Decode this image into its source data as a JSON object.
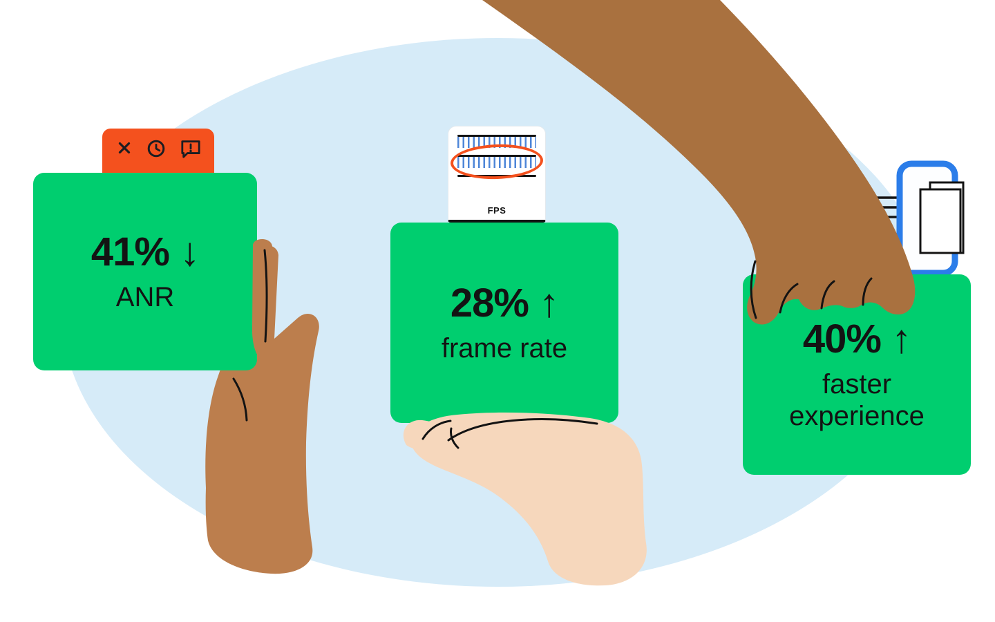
{
  "colors": {
    "background": "#FFFFFF",
    "ellipse": "#D6EBF8",
    "card_green": "#00CE6F",
    "accent_orange": "#F4511E",
    "accent_blue": "#2B7DE9",
    "ink": "#131313",
    "tick_blue": "#4E86D8",
    "skin_left_hand": "#BC7E4D",
    "skin_middle_hand": "#F6D7BC",
    "skin_right_arm": "#A9713F"
  },
  "cards": [
    {
      "stat": "41% ↓",
      "label": "ANR"
    },
    {
      "stat": "28% ↑",
      "label": "frame rate"
    },
    {
      "stat": "40% ↑",
      "label": "faster experience"
    }
  ],
  "fps_chart": {
    "label": "FPS"
  },
  "icons": {
    "badge": [
      "close-icon",
      "clock-icon",
      "alert-bubble-icon"
    ],
    "right": "phone-speed-icon"
  }
}
